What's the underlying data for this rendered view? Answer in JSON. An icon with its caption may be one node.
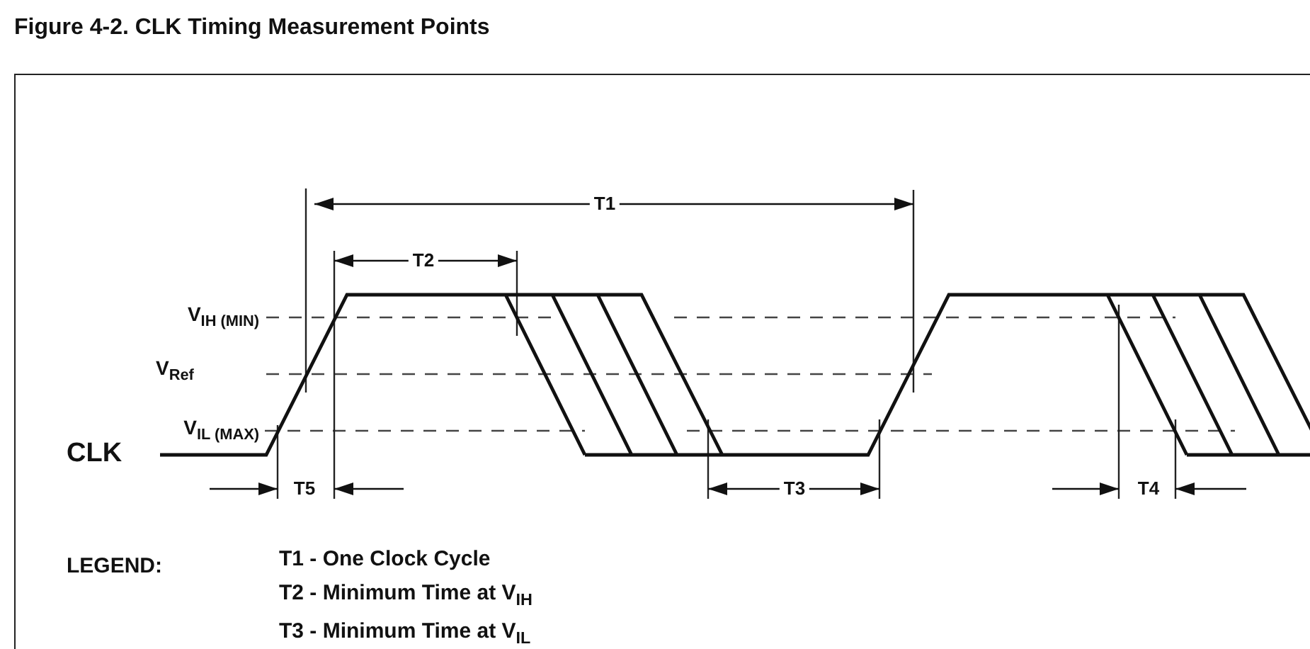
{
  "diagram": {
    "title": "Figure 4-2. CLK Timing Measurement Points",
    "labels": [
      "T1",
      "T2",
      "V$_{IH (MIN)}$",
      "V$_{Ref}$",
      "V$_{IL (MAX)}$",
      "CLK",
      "T5",
      "T3",
      "T4",
      "LEGEND:",
      "T1 - One Clock Cycle",
      "T2 - Minimum Time at V$_{IH}$",
      "T3 - Minimum Time at V$_{IL}$"
    ]
  }
}
